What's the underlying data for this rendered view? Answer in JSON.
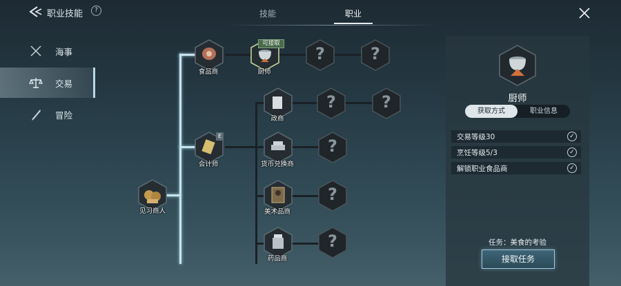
{
  "header": {
    "title": "职业技能",
    "help": "?",
    "tabs": [
      {
        "label": "技能"
      },
      {
        "label": "职业"
      }
    ]
  },
  "sidebar": {
    "items": [
      {
        "label": "海事"
      },
      {
        "label": "交易"
      },
      {
        "label": "冒险"
      }
    ]
  },
  "tree": {
    "root": "见习商人",
    "food_merchant": "食品商",
    "chef": "厨师",
    "available_badge": "可接取",
    "accountant": "会计师",
    "e_badge": "E",
    "politician": "政商",
    "exchanger": "货币兑换商",
    "art_dealer": "美术品商",
    "pharma": "药品商",
    "locked": "?"
  },
  "detail": {
    "name": "厨师",
    "tabs": [
      "获取方式",
      "职业信息"
    ],
    "requirements": [
      {
        "text": "交易等级30",
        "met": true
      },
      {
        "text": "烹饪等级5/3",
        "met": true
      },
      {
        "text": "解锁职业食品商",
        "met": true
      }
    ],
    "check": "✓",
    "quest": "任务：美食的考验",
    "button": "接取任务"
  },
  "colors": {
    "accent": "#c9e3ee",
    "available": "#7fa67e"
  }
}
